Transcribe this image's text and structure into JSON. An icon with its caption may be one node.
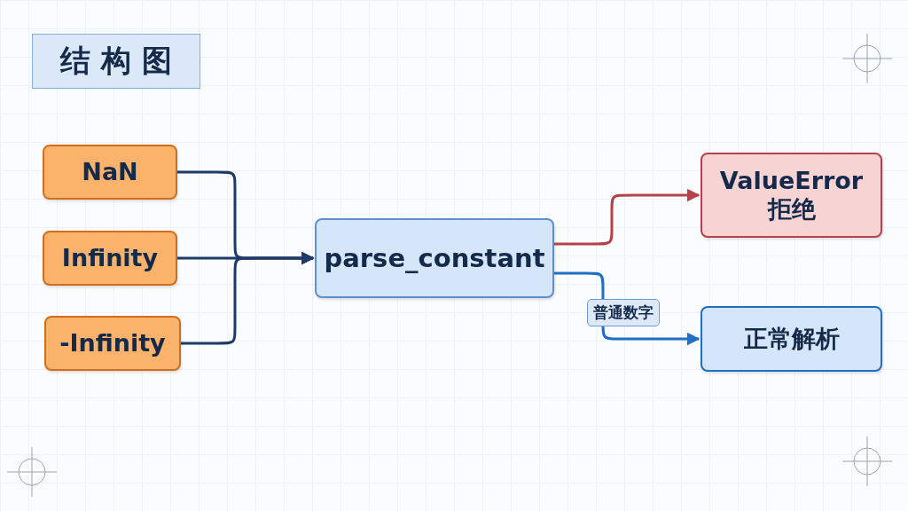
{
  "diagram": {
    "title": "结构图",
    "nodes": [
      {
        "text": [
          "NaN"
        ]
      },
      {
        "text": [
          "Infinity"
        ]
      },
      {
        "text": [
          "-Infinity"
        ]
      },
      {
        "text": [
          "parse_constant"
        ]
      },
      {
        "text": [
          "ValueError",
          "拒绝"
        ]
      },
      {
        "text": [
          "正常解析"
        ]
      }
    ],
    "edges": [
      {
        "from": 0,
        "to": 3,
        "arrow": "to"
      },
      {
        "from": 1,
        "to": 3,
        "arrow": "to"
      },
      {
        "from": 2,
        "to": 3,
        "arrow": "to"
      },
      {
        "from": 3,
        "to": 4,
        "arrow": "to",
        "color": "#b5424a"
      },
      {
        "from": 3,
        "to": 5,
        "arrow": "to",
        "label": "普通数字",
        "color": "#1f6fc5"
      }
    ]
  }
}
